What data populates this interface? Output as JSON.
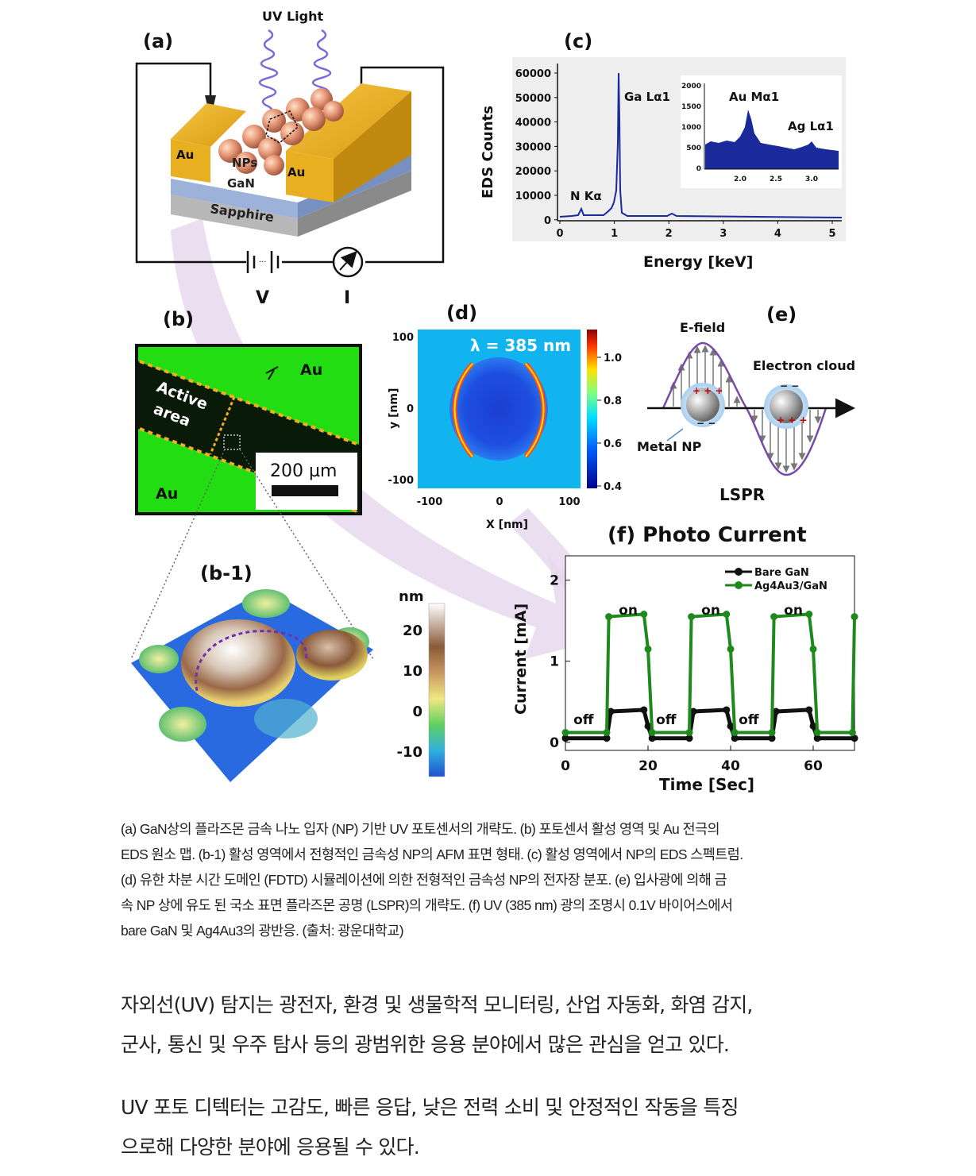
{
  "panel_a": {
    "label": "(a)",
    "uv_light": "UV Light",
    "au_left": "Au",
    "au_right": "Au",
    "nps": "NPs",
    "gan": "GaN",
    "sapphire": "Sapphire",
    "voltage": "V",
    "current": "I"
  },
  "panel_b": {
    "label": "(b)",
    "au_top": "Au",
    "au_bottom": "Au",
    "active_1": "Active",
    "active_2": "area",
    "scale": "200 µm"
  },
  "panel_b1": {
    "label": "(b-1)",
    "colorbar_unit": "nm",
    "ticks": [
      "20",
      "10",
      "0",
      "-10"
    ]
  },
  "panel_c": {
    "label": "(c)",
    "ylabel": "EDS Counts",
    "xlabel": "Energy [keV]",
    "yticks": [
      "60000",
      "50000",
      "40000",
      "30000",
      "20000",
      "10000",
      "0"
    ],
    "xticks": [
      "0",
      "1",
      "2",
      "3",
      "4",
      "5"
    ],
    "peak_ga": "Ga Lα1",
    "peak_n": "N Kα",
    "peak_au": "Au Mα1",
    "peak_ag": "Ag Lα1",
    "inset_yticks": [
      "2000",
      "1500",
      "1000",
      "500",
      "0"
    ],
    "inset_xticks": [
      "2.0",
      "2.5",
      "3.0"
    ]
  },
  "panel_d": {
    "label": "(d)",
    "lambda": "λ = 385 nm",
    "ylabel": "y [nm]",
    "xlabel": "X [nm]",
    "yticks": [
      "100",
      "0",
      "-100"
    ],
    "xticks": [
      "-100",
      "0",
      "100"
    ],
    "cbar_ticks": [
      "1.0",
      "0.8",
      "0.6",
      "0.4"
    ]
  },
  "panel_e": {
    "label": "(e)",
    "efield": "E-field",
    "electron_cloud": "Electron cloud",
    "metal_np": "Metal NP",
    "lspr": "LSPR"
  },
  "panel_f": {
    "title": "(f) Photo Current",
    "ylabel": "Current [mA]",
    "xlabel": "Time [Sec]",
    "on": "on",
    "off": "off"
  },
  "chart_data": {
    "type": "line",
    "title": "(f) Photo Current",
    "xlabel": "Time [Sec]",
    "ylabel": "Current [mA]",
    "xlim": [
      0,
      70
    ],
    "ylim": [
      -0.1,
      2.3
    ],
    "xticks": [
      "0",
      "20",
      "40",
      "60"
    ],
    "yticks": [
      "0",
      "1",
      "2"
    ],
    "legend_position": "top-right",
    "series": [
      {
        "name": "Bare GaN",
        "color": "#111111",
        "x": [
          0,
          10,
          11,
          19,
          20,
          21,
          30,
          31,
          39,
          40,
          41,
          50,
          51,
          59,
          60,
          61,
          70
        ],
        "y": [
          0.05,
          0.05,
          0.38,
          0.4,
          0.2,
          0.05,
          0.05,
          0.38,
          0.4,
          0.2,
          0.05,
          0.05,
          0.38,
          0.4,
          0.2,
          0.05,
          0.05
        ]
      },
      {
        "name": "Ag4Au3/GaN",
        "color": "#1e8a1e",
        "x": [
          0,
          10,
          10.5,
          19,
          20,
          21,
          30,
          30.5,
          39,
          40,
          41,
          50,
          50.5,
          59,
          60,
          61,
          69.5,
          70
        ],
        "y": [
          0.12,
          0.12,
          1.55,
          1.58,
          1.15,
          0.12,
          0.12,
          1.55,
          1.58,
          1.15,
          0.12,
          0.12,
          1.55,
          1.58,
          1.15,
          0.12,
          0.12,
          1.55
        ]
      }
    ]
  },
  "caption": {
    "line1": "(a) GaN상의 플라즈몬 금속 나노 입자 (NP) 기반 UV 포토센서의 개략도. (b) 포토센서 활성 영역 및 Au 전극의",
    "line2": "EDS 원소 맵. (b-1) 활성 영역에서 전형적인 금속성 NP의 AFM 표면 형태. (c) 활성 영역에서 NP의 EDS 스펙트럼.",
    "line3": "(d) 유한 차분 시간 도메인 (FDTD) 시뮬레이션에 의한 전형적인 금속성 NP의 전자장 분포. (e) 입사광에 의해 금",
    "line4": "속 NP 상에 유도 된 국소 표면 플라즈몬 공명 (LSPR)의 개략도. (f) UV (385 nm) 광의 조명시 0.1V 바이어스에서",
    "line5": "bare GaN 및 Ag4Au3의 광반응. (출처: 광운대학교)"
  },
  "paragraph1": {
    "line1": "자외선(UV) 탐지는 광전자, 환경 및 생물학적 모니터링, 산업 자동화, 화염 감지,",
    "line2": "군사, 통신 및 우주 탐사 등의 광범위한 응용 분야에서 많은 관심을 얻고 있다."
  },
  "paragraph2": {
    "line1": "UV 포토 디텍터는 고감도, 빠른 응답, 낮은 전력 소비 및 안정적인 작동을 특징",
    "line2": "으로해 다양한 분야에 응용될 수 있다."
  }
}
